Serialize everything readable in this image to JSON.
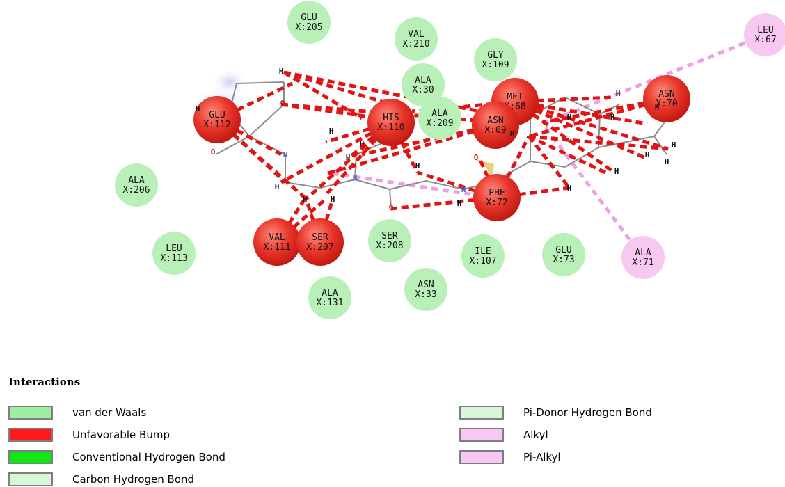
{
  "colors": {
    "vdw": "#b8f0b8",
    "unfavorable": "#e8352b",
    "alkyl": "#f7c8f0",
    "bond_line": "#e01414",
    "alkyl_line": "#ee9fe5",
    "ligand": "#8c8c8c"
  },
  "residues": [
    {
      "name": "GLU",
      "num": "X:205",
      "type": "vdw"
    },
    {
      "name": "VAL",
      "num": "X:210",
      "type": "vdw"
    },
    {
      "name": "GLY",
      "num": "X:109",
      "type": "vdw"
    },
    {
      "name": "LEU",
      "num": "X:67",
      "type": "alkyl"
    },
    {
      "name": "ALA",
      "num": "X:30",
      "type": "vdw"
    },
    {
      "name": "MET",
      "num": "X:68",
      "type": "unfavorable"
    },
    {
      "name": "ASN",
      "num": "X:70",
      "type": "unfavorable"
    },
    {
      "name": "GLU",
      "num": "X:112",
      "type": "unfavorable"
    },
    {
      "name": "HIS",
      "num": "X:110",
      "type": "unfavorable"
    },
    {
      "name": "ALA",
      "num": "X:209",
      "type": "vdw"
    },
    {
      "name": "ASN",
      "num": "X:69",
      "type": "unfavorable"
    },
    {
      "name": "ALA",
      "num": "X:206",
      "type": "vdw"
    },
    {
      "name": "PHE",
      "num": "X:72",
      "type": "unfavorable"
    },
    {
      "name": "VAL",
      "num": "X:111",
      "type": "unfavorable"
    },
    {
      "name": "SER",
      "num": "X:207",
      "type": "unfavorable"
    },
    {
      "name": "SER",
      "num": "X:208",
      "type": "vdw"
    },
    {
      "name": "LEU",
      "num": "X:113",
      "type": "vdw"
    },
    {
      "name": "ILE",
      "num": "X:107",
      "type": "vdw"
    },
    {
      "name": "GLU",
      "num": "X:73",
      "type": "vdw"
    },
    {
      "name": "ALA",
      "num": "X:71",
      "type": "alkyl"
    },
    {
      "name": "ASN",
      "num": "X:33",
      "type": "vdw"
    },
    {
      "name": "ALA",
      "num": "X:131",
      "type": "vdw"
    }
  ],
  "atom_labels": {
    "hydrogen": "H",
    "oxygen": "O",
    "nitrogen": "N"
  },
  "legend": {
    "title": "Interactions",
    "items": [
      {
        "label": "van der Waals",
        "color": "#a0eca0"
      },
      {
        "label": "Unfavorable Bump",
        "color": "#ff1a1a"
      },
      {
        "label": "Conventional Hydrogen Bond",
        "color": "#14e614"
      },
      {
        "label": "Carbon Hydrogen Bond",
        "color": "#d8f6d8"
      },
      {
        "label": "Pi-Donor Hydrogen Bond",
        "color": "#d8f6d8"
      },
      {
        "label": "Alkyl",
        "color": "#f7c8f4"
      },
      {
        "label": "Pi-Alkyl",
        "color": "#f7c8f4"
      }
    ]
  }
}
